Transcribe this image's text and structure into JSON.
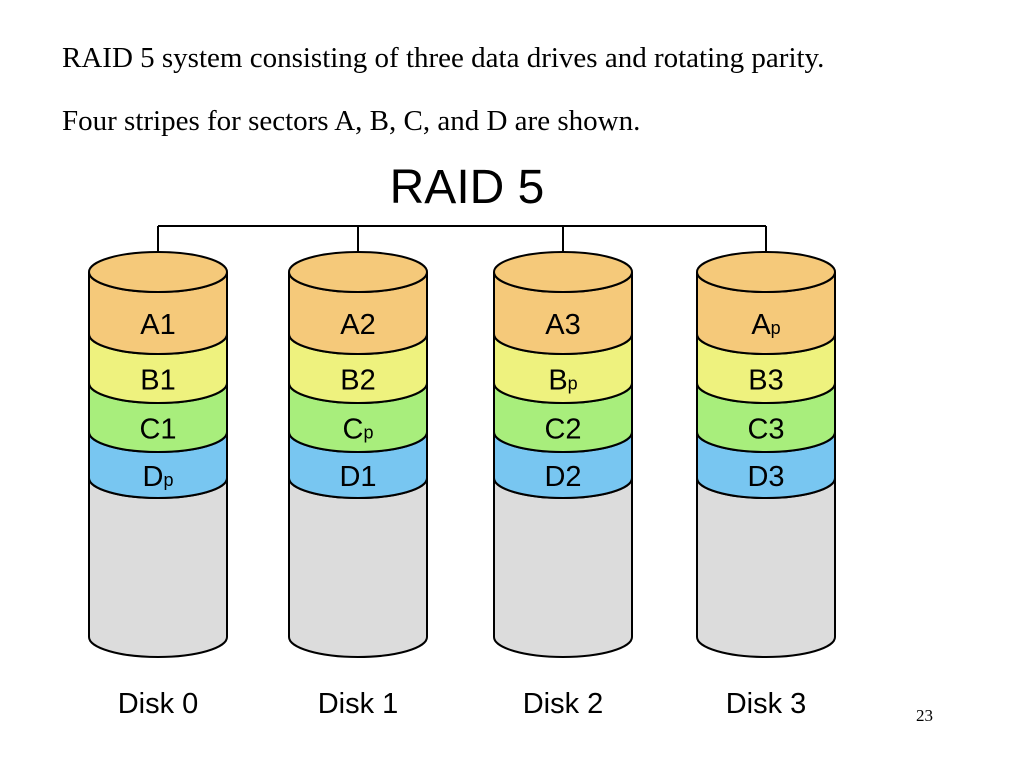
{
  "slide": {
    "caption_1": "RAID 5 system consisting of three data drives and rotating parity.",
    "caption_2": "Four stripes for sectors A, B, C, and D are shown.",
    "page_number": "23"
  },
  "diagram": {
    "title": "RAID 5",
    "stripe_colors": {
      "A": "#f5c97a",
      "B": "#eef27e",
      "C": "#a8ee7c",
      "D": "#78c6f1",
      "empty": "#dcdcdc"
    },
    "disks": [
      {
        "label": "Disk 0",
        "blocks": [
          {
            "stripe": "A",
            "main": "A1",
            "sub": ""
          },
          {
            "stripe": "B",
            "main": "B1",
            "sub": ""
          },
          {
            "stripe": "C",
            "main": "C1",
            "sub": ""
          },
          {
            "stripe": "D",
            "main": "D",
            "sub": "p"
          }
        ]
      },
      {
        "label": "Disk 1",
        "blocks": [
          {
            "stripe": "A",
            "main": "A2",
            "sub": ""
          },
          {
            "stripe": "B",
            "main": "B2",
            "sub": ""
          },
          {
            "stripe": "C",
            "main": "C",
            "sub": "p"
          },
          {
            "stripe": "D",
            "main": "D1",
            "sub": ""
          }
        ]
      },
      {
        "label": "Disk 2",
        "blocks": [
          {
            "stripe": "A",
            "main": "A3",
            "sub": ""
          },
          {
            "stripe": "B",
            "main": "B",
            "sub": "p"
          },
          {
            "stripe": "C",
            "main": "C2",
            "sub": ""
          },
          {
            "stripe": "D",
            "main": "D2",
            "sub": ""
          }
        ]
      },
      {
        "label": "Disk 3",
        "blocks": [
          {
            "stripe": "A",
            "main": "A",
            "sub": "p"
          },
          {
            "stripe": "B",
            "main": "B3",
            "sub": ""
          },
          {
            "stripe": "C",
            "main": "C3",
            "sub": ""
          },
          {
            "stripe": "D",
            "main": "D3",
            "sub": ""
          }
        ]
      }
    ]
  }
}
